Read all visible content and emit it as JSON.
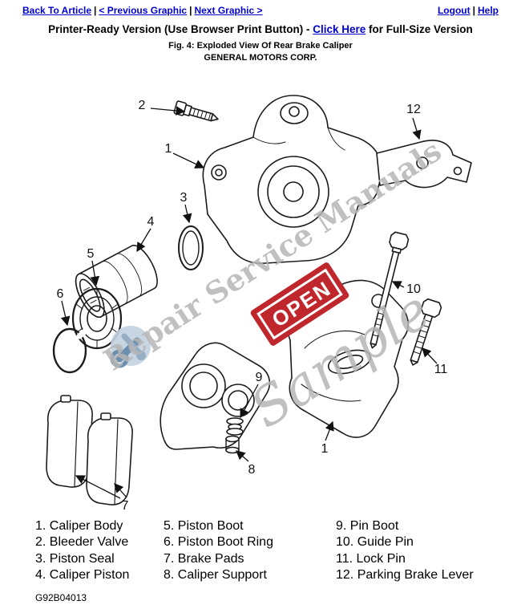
{
  "nav": {
    "back_to_article": "Back To Article",
    "previous_graphic": "< Previous Graphic",
    "next_graphic": "Next Graphic >",
    "logout": "Logout",
    "help": "Help",
    "sep": "|"
  },
  "title": {
    "prefix": "Printer-Ready Version (Use Browser Print Button) - ",
    "link_text": "Click Here",
    "suffix": " for Full-Size Version"
  },
  "captions": {
    "figure": "Fig. 4: Exploded View Of Rear Brake Caliper",
    "company": "GENERAL MOTORS CORP."
  },
  "diagram": {
    "callouts": {
      "c1a": "1",
      "c1b": "1",
      "c2": "2",
      "c3": "3",
      "c4": "4",
      "c5": "5",
      "c6": "6",
      "c7": "7",
      "c8": "8",
      "c9": "9",
      "c10": "10",
      "c11": "11",
      "c12": "12"
    },
    "watermark": {
      "line1": "Repair Service Manuals",
      "sample": "Sample",
      "open_sign": "OPEN"
    }
  },
  "legend": {
    "columns": [
      [
        "1. Caliper Body",
        "2. Bleeder Valve",
        "3. Piston Seal",
        "4. Caliper Piston"
      ],
      [
        "5. Piston Boot",
        "6. Piston Boot Ring",
        "7. Brake Pads",
        "8. Caliper Support"
      ],
      [
        "9. Pin Boot",
        "10. Guide Pin",
        "11. Lock Pin",
        "12. Parking Brake Lever"
      ]
    ]
  },
  "footer": {
    "code": "G92B04013"
  },
  "colors": {
    "link": "#0000cc",
    "watermark_gray": "#b5b5b5",
    "open_sign_red": "#c0272d"
  }
}
